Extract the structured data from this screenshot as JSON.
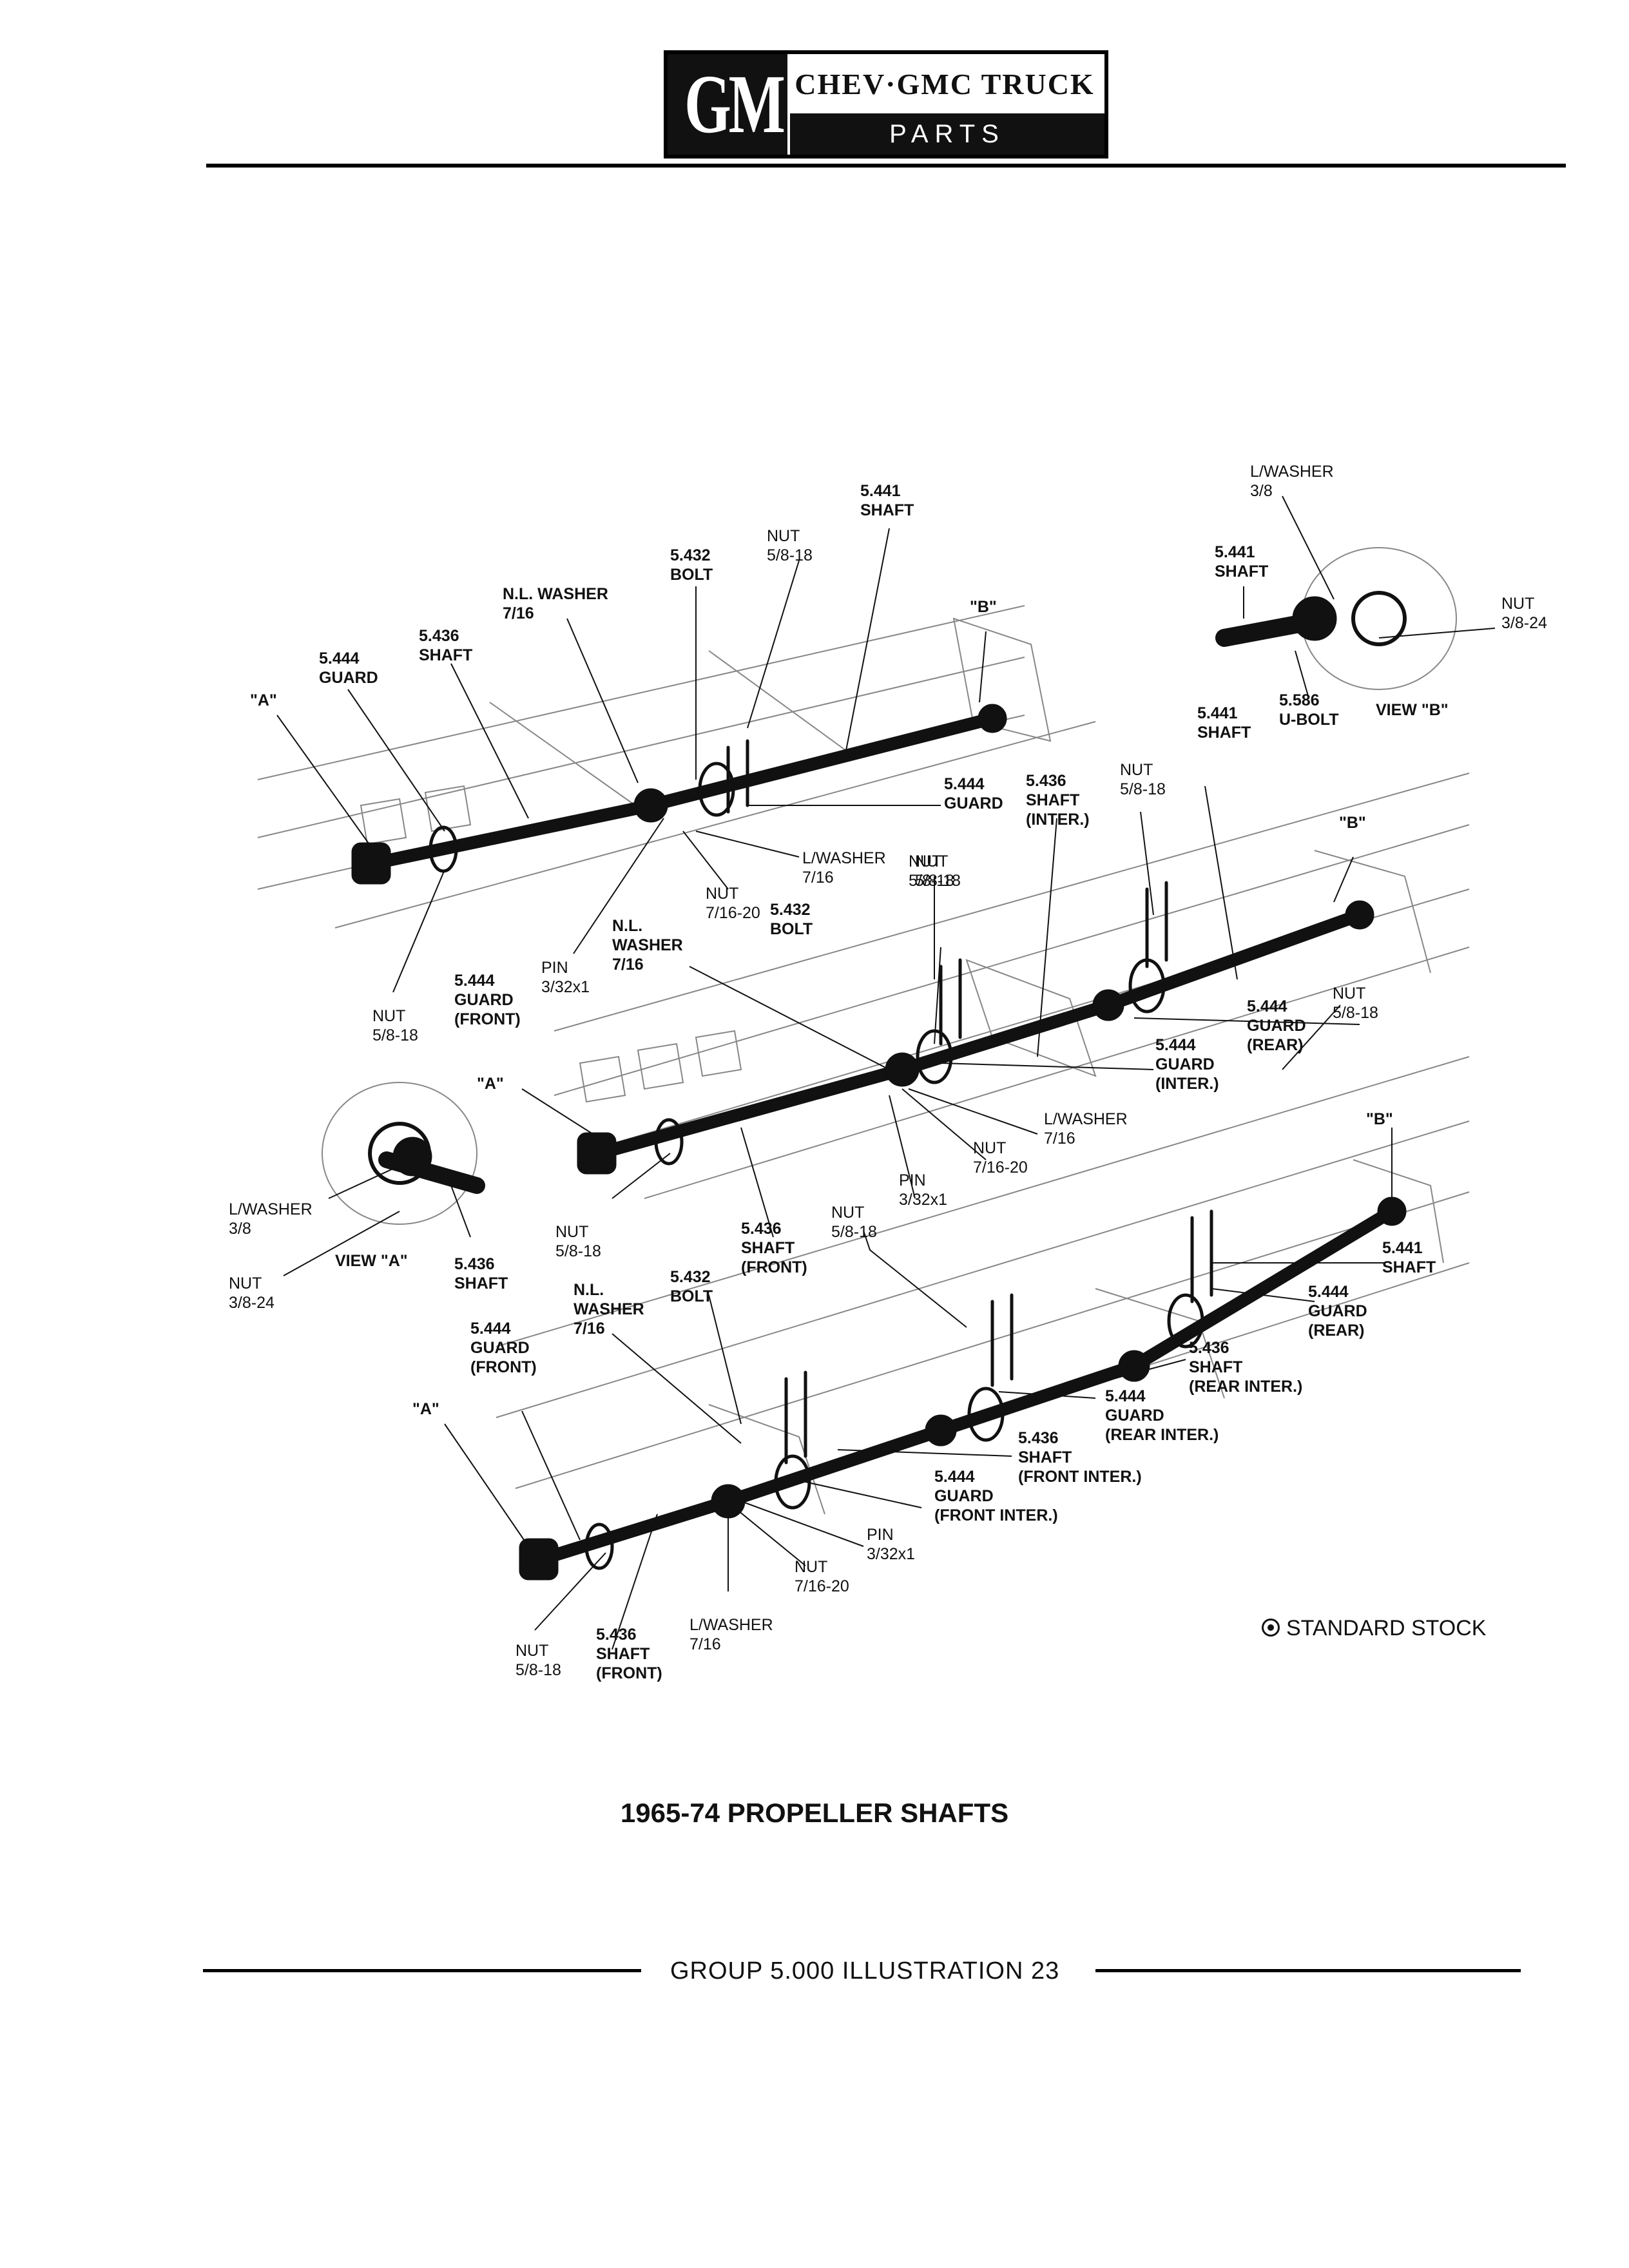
{
  "header": {
    "logo": "GM",
    "title": "CHEV·GMC TRUCK",
    "subtitle": "PARTS CATALOGUE"
  },
  "diagram": {
    "labels": [
      {
        "id": "lw38-top",
        "lines": [
          "L/WASHER",
          "3/8"
        ]
      },
      {
        "id": "shaft-5441-viewb",
        "lines": [
          "5.441",
          "SHAFT"
        ]
      },
      {
        "id": "nut38-24-viewb",
        "lines": [
          "NUT",
          "3/8-24"
        ]
      },
      {
        "id": "ubolt-5586",
        "lines": [
          "5.586",
          "U-BOLT"
        ]
      },
      {
        "id": "view-b",
        "lines": [
          "VIEW \"B\""
        ]
      },
      {
        "id": "shaft-5441-1",
        "lines": [
          "5.441",
          "SHAFT"
        ]
      },
      {
        "id": "nut58-18-1",
        "lines": [
          "NUT",
          "5/8-18"
        ]
      },
      {
        "id": "bolt-5432-1",
        "lines": [
          "5.432",
          "BOLT"
        ]
      },
      {
        "id": "nlwasher-1",
        "lines": [
          "N.L. WASHER",
          "7/16"
        ]
      },
      {
        "id": "b-1",
        "lines": [
          "\"B\""
        ]
      },
      {
        "id": "shaft-5436-1",
        "lines": [
          "5.436",
          "SHAFT"
        ]
      },
      {
        "id": "guard-5444-1",
        "lines": [
          "5.444",
          "GUARD"
        ]
      },
      {
        "id": "a-1",
        "lines": [
          "\"A\""
        ]
      },
      {
        "id": "guard-5444-1b",
        "lines": [
          "5.444",
          "GUARD"
        ]
      },
      {
        "id": "lwasher716-1",
        "lines": [
          "L/WASHER",
          "7/16"
        ]
      },
      {
        "id": "nut716-20-1",
        "lines": [
          "NUT",
          "7/16-20"
        ]
      },
      {
        "id": "nut58-18-1b",
        "lines": [
          "NUT",
          "5/8-18"
        ]
      },
      {
        "id": "shaft-5441-2",
        "lines": [
          "5.441",
          "SHAFT"
        ]
      },
      {
        "id": "nut58-18-2",
        "lines": [
          "NUT",
          "5/8-18"
        ]
      },
      {
        "id": "shaft-5436-2",
        "lines": [
          "5.436",
          "SHAFT",
          "(INTER.)"
        ]
      },
      {
        "id": "b-2",
        "lines": [
          "\"B\""
        ]
      },
      {
        "id": "nut58-18-2b",
        "lines": [
          "NUT",
          "5/8-18"
        ]
      },
      {
        "id": "bolt-5432-2",
        "lines": [
          "5.432",
          "BOLT"
        ]
      },
      {
        "id": "nlwasher-2",
        "lines": [
          "N.L.",
          "WASHER",
          "7/16"
        ]
      },
      {
        "id": "pin-2",
        "lines": [
          "PIN",
          "3/32x1"
        ]
      },
      {
        "id": "guard-front-2",
        "lines": [
          "5.444",
          "GUARD",
          "(FRONT)"
        ]
      },
      {
        "id": "nut58-18-left",
        "lines": [
          "NUT",
          "5/8-18"
        ]
      },
      {
        "id": "guard-rear-2",
        "lines": [
          "5.444",
          "GUARD",
          "(REAR)"
        ]
      },
      {
        "id": "nut58-18-2c",
        "lines": [
          "NUT",
          "5/8-18"
        ]
      },
      {
        "id": "guard-inter-2",
        "lines": [
          "5.444",
          "GUARD",
          "(INTER.)"
        ]
      },
      {
        "id": "a-2",
        "lines": [
          "\"A\""
        ]
      },
      {
        "id": "lwasher716-2",
        "lines": [
          "L/WASHER",
          "7/16"
        ]
      },
      {
        "id": "nut716-20-2",
        "lines": [
          "NUT",
          "7/16-20"
        ]
      },
      {
        "id": "pin-2b",
        "lines": [
          "PIN",
          "3/32x1"
        ]
      },
      {
        "id": "lw38-viewa",
        "lines": [
          "L/WASHER",
          "3/8"
        ]
      },
      {
        "id": "nut38-24-viewa",
        "lines": [
          "NUT",
          "3/8-24"
        ]
      },
      {
        "id": "view-a",
        "lines": [
          "VIEW \"A\""
        ]
      },
      {
        "id": "shaft-5436-viewa",
        "lines": [
          "5.436",
          "SHAFT"
        ]
      },
      {
        "id": "nut58-18-2d",
        "lines": [
          "NUT",
          "5/8-18"
        ]
      },
      {
        "id": "shaft-front-2",
        "lines": [
          "5.436",
          "SHAFT",
          "(FRONT)"
        ]
      },
      {
        "id": "nut58-18-2e",
        "lines": [
          "NUT",
          "5/8-18"
        ]
      },
      {
        "id": "b-3",
        "lines": [
          "\"B\""
        ]
      },
      {
        "id": "shaft-5441-3",
        "lines": [
          "5.441",
          "SHAFT"
        ]
      },
      {
        "id": "guard-rear-3",
        "lines": [
          "5.444",
          "GUARD",
          "(REAR)"
        ]
      },
      {
        "id": "bolt-5432-3",
        "lines": [
          "5.432",
          "BOLT"
        ]
      },
      {
        "id": "nlwasher-3",
        "lines": [
          "N.L.",
          "WASHER",
          "7/16"
        ]
      },
      {
        "id": "guard-front-3",
        "lines": [
          "5.444",
          "GUARD",
          "(FRONT)"
        ]
      },
      {
        "id": "shaft-rearinter-3",
        "lines": [
          "5.436",
          "SHAFT",
          "(REAR INTER.)"
        ]
      },
      {
        "id": "guard-rearinter-3",
        "lines": [
          "5.444",
          "GUARD",
          "(REAR INTER.)"
        ]
      },
      {
        "id": "a-3",
        "lines": [
          "\"A\""
        ]
      },
      {
        "id": "shaft-frontinter-3",
        "lines": [
          "5.436",
          "SHAFT",
          "(FRONT INTER.)"
        ]
      },
      {
        "id": "guard-frontinter-3",
        "lines": [
          "5.444",
          "GUARD",
          "(FRONT INTER.)"
        ]
      },
      {
        "id": "pin-3",
        "lines": [
          "PIN",
          "3/32x1"
        ]
      },
      {
        "id": "nut716-20-3",
        "lines": [
          "NUT",
          "7/16-20"
        ]
      },
      {
        "id": "lwasher716-3",
        "lines": [
          "L/WASHER",
          "7/16"
        ]
      },
      {
        "id": "nut58-18-3",
        "lines": [
          "NUT",
          "5/8-18"
        ]
      },
      {
        "id": "shaft-front-3",
        "lines": [
          "5.436",
          "SHAFT",
          "(FRONT)"
        ]
      }
    ]
  },
  "legend": {
    "text": "STANDARD STOCK"
  },
  "caption": "1965-74 PROPELLER SHAFTS",
  "footer": "GROUP 5.000 ILLUSTRATION 23",
  "colors": {
    "ink": "#111111",
    "paper": "#ffffff"
  }
}
